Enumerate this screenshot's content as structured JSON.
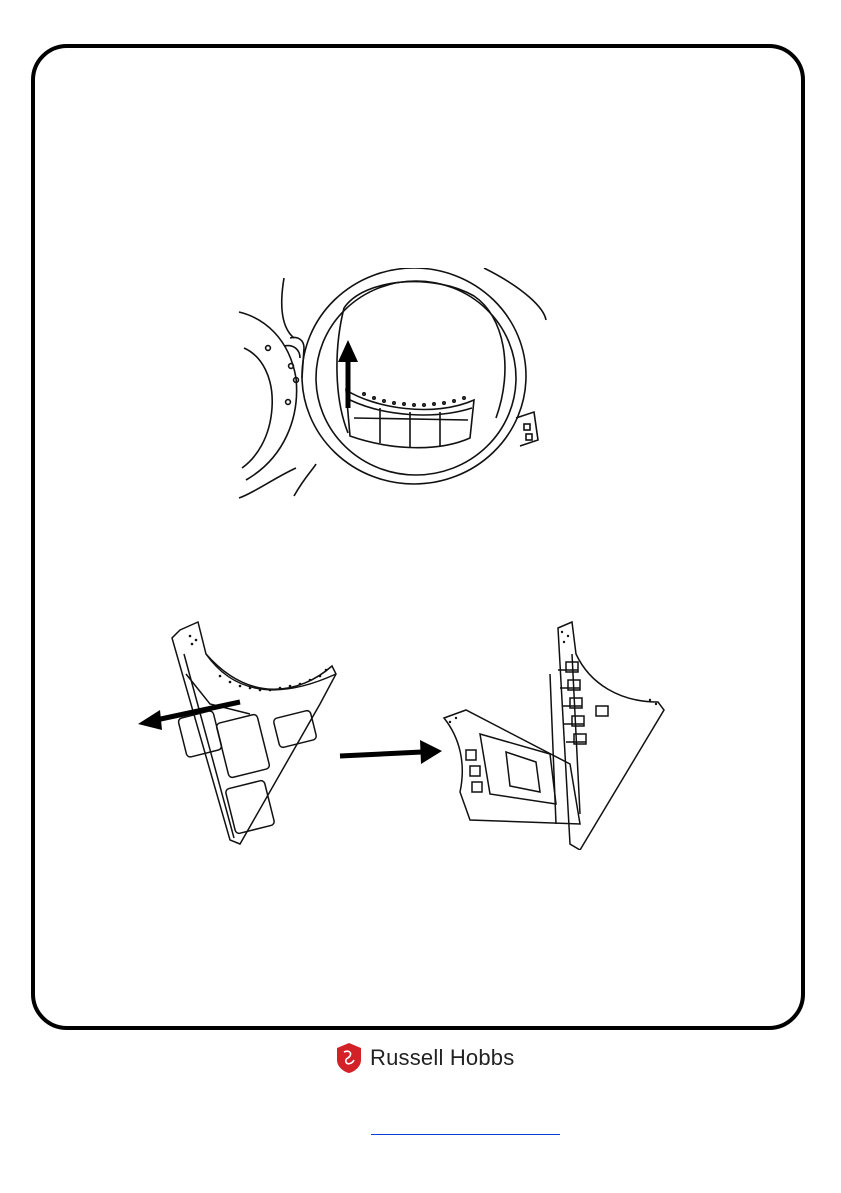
{
  "brand": {
    "name": "Russell Hobbs",
    "logo_color": "#d32128",
    "link_color": "#0b3fd6"
  },
  "illustrations": {
    "drum": {
      "icon": "dryer-door-filter-removal-illustration"
    },
    "filter": {
      "icon": "filter-open-illustration"
    }
  },
  "footer": {
    "link_text": ""
  }
}
